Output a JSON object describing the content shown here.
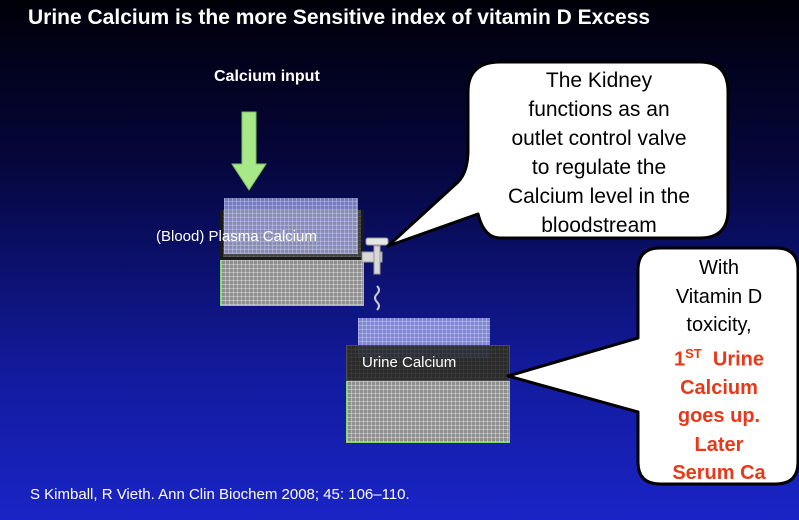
{
  "slide": {
    "title": "Urine Calcium is the more Sensitive index of vitamin D Excess",
    "calcium_input_label": "Calcium input",
    "plasma_label": "(Blood) Plasma Calcium",
    "urine_label": "Urine  Calcium",
    "kidney_callout": [
      "The Kidney",
      "functions as an",
      "outlet control valve",
      "to regulate the",
      "Calcium level in the",
      "bloodstream"
    ],
    "toxicity_callout": {
      "lines_black": [
        "With",
        "Vitamin D",
        "toxicity,"
      ],
      "ordinal_number": "1",
      "ordinal_suffix": "ST",
      "lines_red": [
        "Urine",
        "Calcium",
        "goes up.",
        "Later",
        "Serum Ca"
      ]
    },
    "citation": "S Kimball, R Vieth.  Ann Clin Biochem 2008; 45: 106–110."
  },
  "colors": {
    "background_top": "#000008",
    "background_bottom": "#1a24c6",
    "arrow_green": "#a7e889",
    "tank_outline": "#7fd86a",
    "emphasis_red": "#e8381a"
  }
}
